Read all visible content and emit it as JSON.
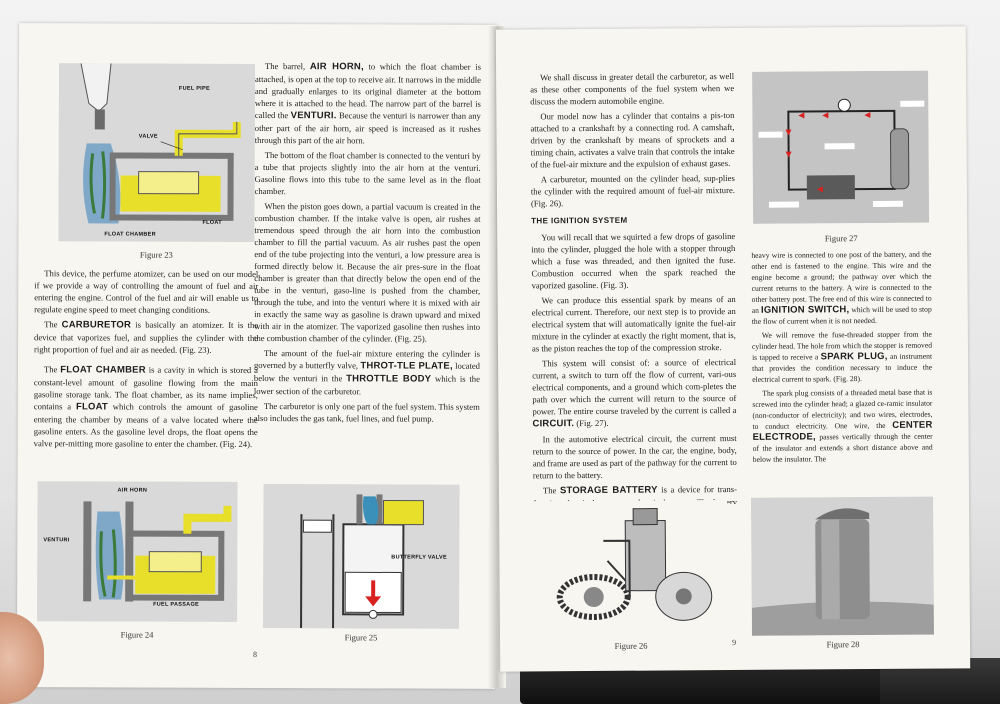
{
  "left_page": {
    "col1": {
      "p1": "This device, the perfume atomizer, can be used on our model if we provide a way of controlling the amount of fuel and air entering the engine. Control of the fuel and air will enable us to regulate engine speed to meet changing conditions.",
      "p2_term": "CARBURETOR",
      "p2_pre": "The",
      "p2_post": "is basically an atomizer. It is the device that vaporizes fuel, and supplies the cylinder with the right proportion of fuel and air as needed. (Fig. 23).",
      "p3_term1": "FLOAT CHAMBER",
      "p3_pre": "The",
      "p3_mid": "is a cavity in which is stored a constant-level amount of gasoline flowing from the main gasoline storage tank. The float chamber, as its name implies, contains a",
      "p3_term2": "FLOAT",
      "p3_post": "which controls the amount of gasoline entering the chamber by means of a valve located where the gasoline enters. As the gasoline level drops, the float opens the valve per-mitting more gasoline to enter the chamber. (Fig. 24)."
    },
    "col2": {
      "p1_pre": "The barrel,",
      "p1_term": "AIR HORN,",
      "p1_mid": "to which the float chamber is attached, is open at the top to receive air. It narrows in the middle and gradually enlarges to its original diameter at the bottom where it is attached to the head. The narrow part of the barrel is called the",
      "p1_term2": "VENTURI.",
      "p1_post": "Because the venturi is narrower than any other part of the air horn, air speed is increased as it rushes through this part of the air horn.",
      "p2": "The bottom of the float chamber is connected to the venturi by a tube that projects slightly into the air horn at the venturi. Gasoline flows into this tube to the same level as in the float chamber.",
      "p3": "When the piston goes down, a partial vacuum is created in the combustion chamber. If the intake valve is open, air rushes at tremendous speed through the air horn into the combustion chamber to fill the partial vacuum. As air rushes past the open end of the tube projecting into the venturi, a low pressure area is formed directly below it. Because the air pres-sure in the float chamber is greater than that directly below the open end of the tube in the venturi, gaso-line is pushed from the chamber, through the tube, and into the venturi where it is mixed with air in exactly the same way as gasoline is drawn upward and mixed with air in the atomizer. The vaporized gasoline then rushes into the combustion chamber of the cylinder. (Fig. 25).",
      "p4_pre": "The amount of the fuel-air mixture entering the cylinder is governed by a butterfly valve,",
      "p4_term": "THROT-TLE PLATE,",
      "p4_mid": "located below the venturi in the",
      "p4_term2": "THROTTLE BODY",
      "p4_post": "which is the lower section of the carburetor.",
      "p5": "The carburetor is only one part of the fuel system. This system also includes the gas tank, fuel lines, and fuel pump."
    },
    "fig23": {
      "caption": "Figure 23",
      "labels": {
        "fuel_pipe": "FUEL PIPE",
        "valve": "VALVE",
        "float_chamber": "FLOAT CHAMBER",
        "float": "FLOAT"
      }
    },
    "fig24": {
      "caption": "Figure 24",
      "labels": {
        "air_horn": "AIR HORN",
        "venturi": "VENTURI",
        "fuel_passage": "FUEL PASSAGE"
      }
    },
    "fig25": {
      "caption": "Figure 25",
      "labels": {
        "butterfly_valve": "BUTTERFLY VALVE"
      }
    },
    "page_number": "8"
  },
  "right_page": {
    "col1": {
      "p1": "We shall discuss in greater detail the carburetor, as well as these other components of the fuel system when we discuss the modern automobile engine.",
      "p2": "Our model now has a cylinder that contains a pis-ton attached to a crankshaft by a connecting rod. A camshaft, driven by the crankshaft by means of sprockets and a timing chain, activates a valve train that controls the intake of the fuel-air mixture and the expulsion of exhaust gases.",
      "p3": "A carburetor, mounted on the cylinder head, sup-plies the cylinder with the required amount of fuel-air mixture. (Fig. 26).",
      "section": "THE IGNITION SYSTEM",
      "p4": "You will recall that we squirted a few drops of gasoline into the cylinder, plugged the hole with a stopper through which a fuse was threaded, and then ignited the fuse. Combustion occurred when the spark reached the vaporized gasoline. (Fig. 3).",
      "p5": "We can produce this essential spark by means of an electrical current. Therefore, our next step is to provide an electrical system that will automatically ignite the fuel-air mixture in the cylinder at exactly the right moment, that is, as the piston reaches the top of the compression stroke.",
      "p6_pre": "This system will consist of: a source of electrical current, a switch to turn off the flow of current, vari-ous electrical components, and a ground which com-pletes the path over which the current will return to the source of power. The entire course traveled by the current is called a",
      "p6_term": "CIRCUIT.",
      "p6_post": "(Fig. 27).",
      "p7": "In the automotive electrical circuit, the current must return to the source of power. In the car, the engine, body, and frame are used as part of the pathway for the current to return to the battery.",
      "p8_pre": "The",
      "p8_term": "STORAGE BATTERY",
      "p8_post": "is a device for trans-forming chemical energy to electrical energy. The battery supplies the electrical current. One end of a"
    },
    "col2": {
      "p1_pre": "heavy wire is connected to one post of the battery, and the other end is fastened to the engine. This wire and the engine become a ground; the pathway over which the current returns to the battery. A wire is connected to the other battery post. The free end of this wire is connected to an",
      "p1_term": "IGNITION SWITCH,",
      "p1_post": "which will be used to stop the flow of current when it is not needed.",
      "p2_pre": "We will remove the fuse-threaded stopper from the cylinder head. The hole from which the stopper is removed is tapped to receive a",
      "p2_term": "SPARK PLUG,",
      "p2_post": "an instrument that provides the condition necessary to induce the electrical current to spark. (Fig. 28).",
      "p3_pre": "The spark plug consists of a threaded metal base that is screwed into the cylinder head; a glazed ce-ramic insulator (non-conductor of electricity); and two wires, electrodes, to conduct electricity. One wire, the",
      "p3_term": "CENTER ELECTRODE,",
      "p3_post": "passes vertically through the center of the insulator and extends a short distance above and below the insulator. The"
    },
    "fig26": {
      "caption": "Figure 26"
    },
    "fig27": {
      "caption": "Figure 27"
    },
    "fig28": {
      "caption": "Figure 28"
    },
    "page_number": "9"
  },
  "colors": {
    "yellow": "#e8df2a",
    "red_arrow": "#d92020",
    "paper": "#f7f6f1",
    "figure_bg": "#d8d8d8"
  }
}
